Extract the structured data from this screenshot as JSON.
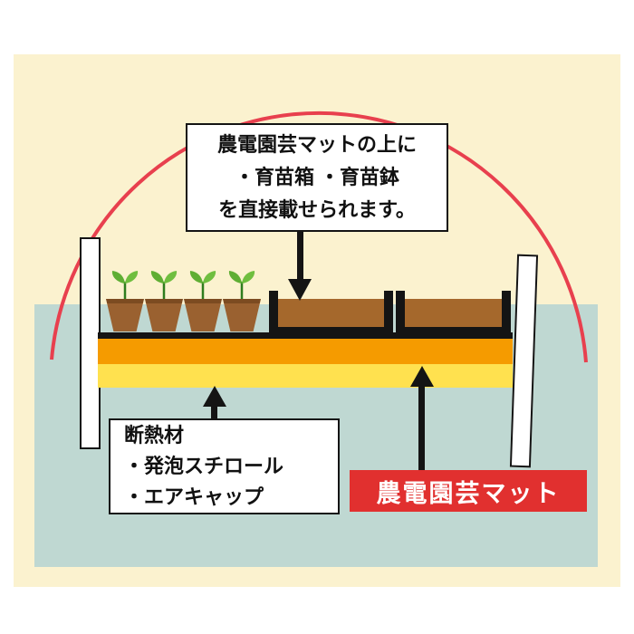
{
  "top_callout": {
    "lines": [
      "農電園芸マットの上に",
      "・育苗箱 ・育苗鉢",
      "を直接載せられます。"
    ]
  },
  "insulation_callout": {
    "lines": [
      "断熱材",
      "・発泡スチロール",
      "・エアキャップ"
    ]
  },
  "mat_label": {
    "text": "農電園芸マット"
  },
  "colors": {
    "background_cream": "#FBF2CF",
    "ground_teal": "#BFD8D2",
    "arc_red": "#E8404E",
    "heating_mat_orange": "#F59B00",
    "insulation_yellow": "#FFE14F",
    "pot_brown": "#9A6130",
    "tray_soil_brown": "#A5682C",
    "leaf_green": "#63AC35",
    "label_red": "#E1302F",
    "label_text": "#FFFFFF",
    "outline_black": "#141414"
  }
}
